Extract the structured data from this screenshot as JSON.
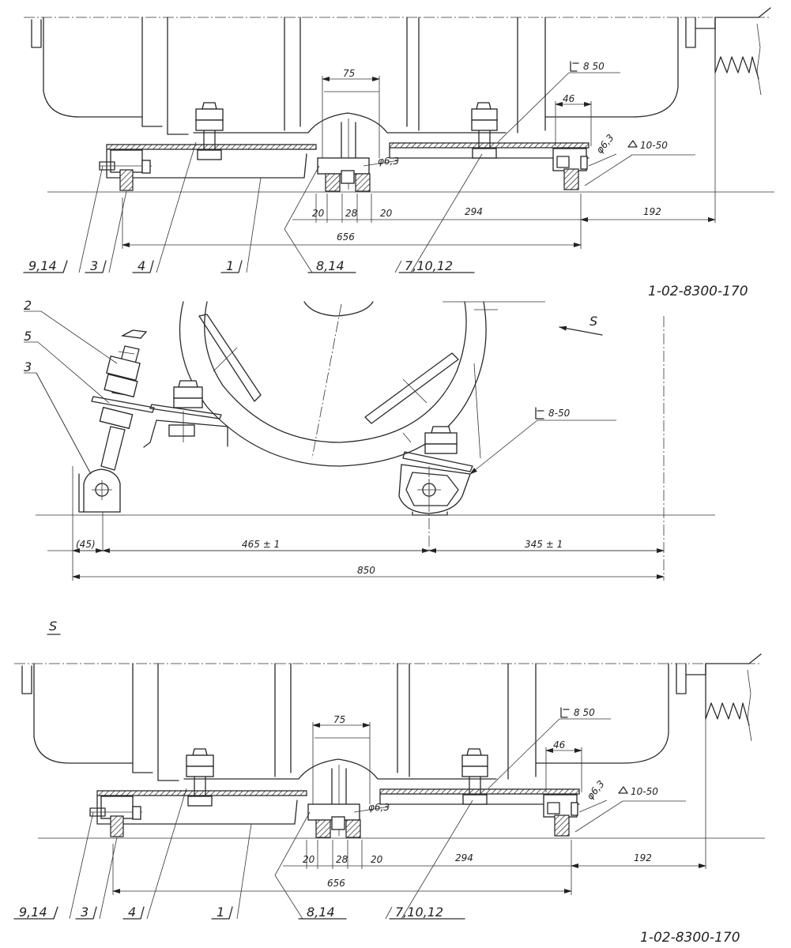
{
  "drawing_number": "1-02-8300-170",
  "section_label": "S",
  "top_view": {
    "part_labels": [
      "9,14",
      "3",
      "4",
      "1",
      "8,14",
      "7,10,12"
    ],
    "dimensions": {
      "d75": "75",
      "d46": "46",
      "d20a": "20",
      "d28": "28",
      "d20b": "20",
      "d294": "294",
      "d192": "192",
      "d656": "656",
      "dia": "φ6,3"
    },
    "weld_1": "8 50",
    "weld_2": "10-50"
  },
  "middle_view": {
    "part_labels": [
      "2",
      "5",
      "3"
    ],
    "view_arrow": "S",
    "weld": "8-50",
    "dimensions": {
      "d45": "(45)",
      "d465": "465 ± 1",
      "d345": "345 ± 1",
      "d850": "850"
    }
  },
  "bottom_view": {
    "part_labels": [
      "9,14",
      "3",
      "4",
      "1",
      "8,14",
      "7,10,12"
    ],
    "dimensions": {
      "d75": "75",
      "d46": "46",
      "d20a": "20",
      "d28": "28",
      "d20b": "20",
      "d294": "294",
      "d192": "192",
      "d656": "656",
      "dia": "φ6,3"
    },
    "weld_1": "8 50",
    "weld_2": "10-50"
  }
}
